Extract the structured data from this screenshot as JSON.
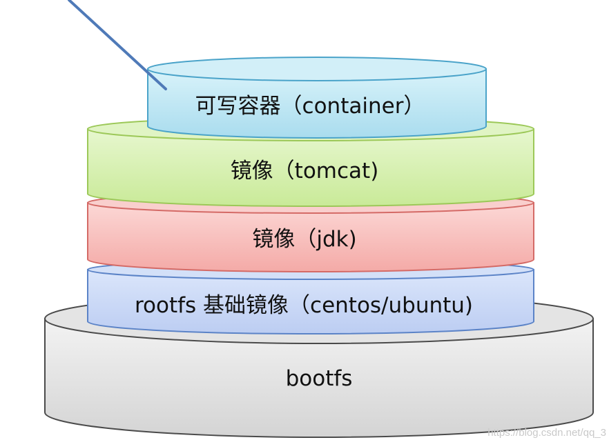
{
  "layers": {
    "container": {
      "label": "可写容器（container）",
      "color": "#c4e9f4"
    },
    "tomcat": {
      "label": "镜像（tomcat)",
      "color": "#d7f0b2"
    },
    "jdk": {
      "label": "镜像（jdk)",
      "color": "#f9c3c1"
    },
    "rootfs": {
      "label": "rootfs 基础镜像（centos/ubuntu)",
      "color": "#c9d8f6"
    },
    "bootfs": {
      "label": "bootfs",
      "color": "#dcdcdc"
    }
  },
  "pointer_arrow": {
    "color": "#4f7ab8"
  },
  "watermark": "https://blog.csdn.net/qq_3"
}
